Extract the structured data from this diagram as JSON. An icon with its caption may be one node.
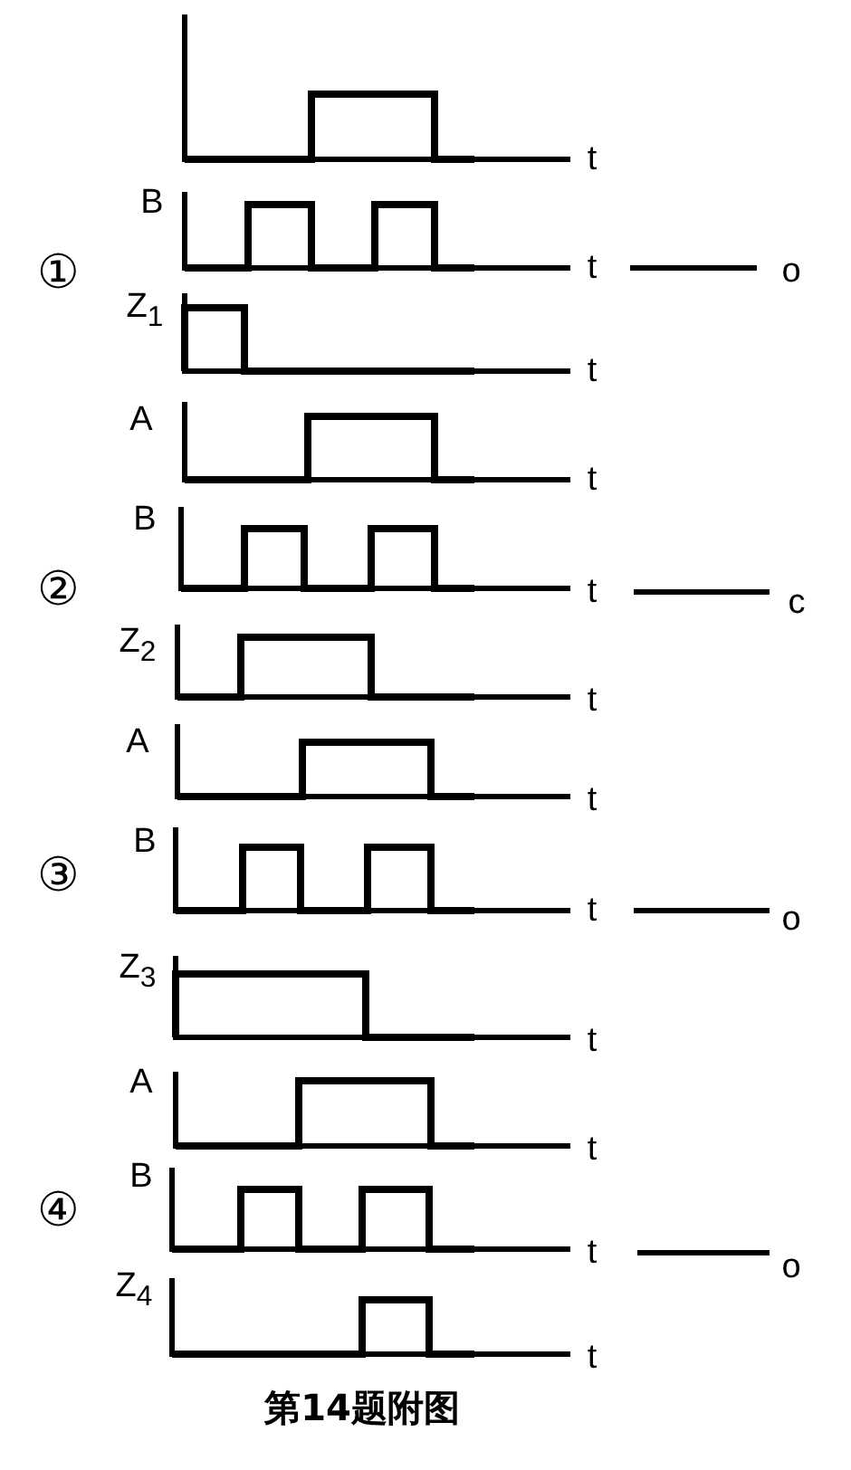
{
  "diagram": {
    "caption": "第14题附图",
    "labels": [
      "t",
      "B",
      "①",
      "t",
      "o",
      "Z$_{1}$",
      "t",
      "A",
      "t",
      "B",
      "②",
      "t",
      "c",
      "Z$_{2}$",
      "t",
      "A",
      "t",
      "B",
      "③",
      "t",
      "o",
      "Z$_{3}$",
      "t",
      "A",
      "t",
      "B",
      "④",
      "t",
      "o",
      "Z$_{4}$",
      "t"
    ]
  }
}
